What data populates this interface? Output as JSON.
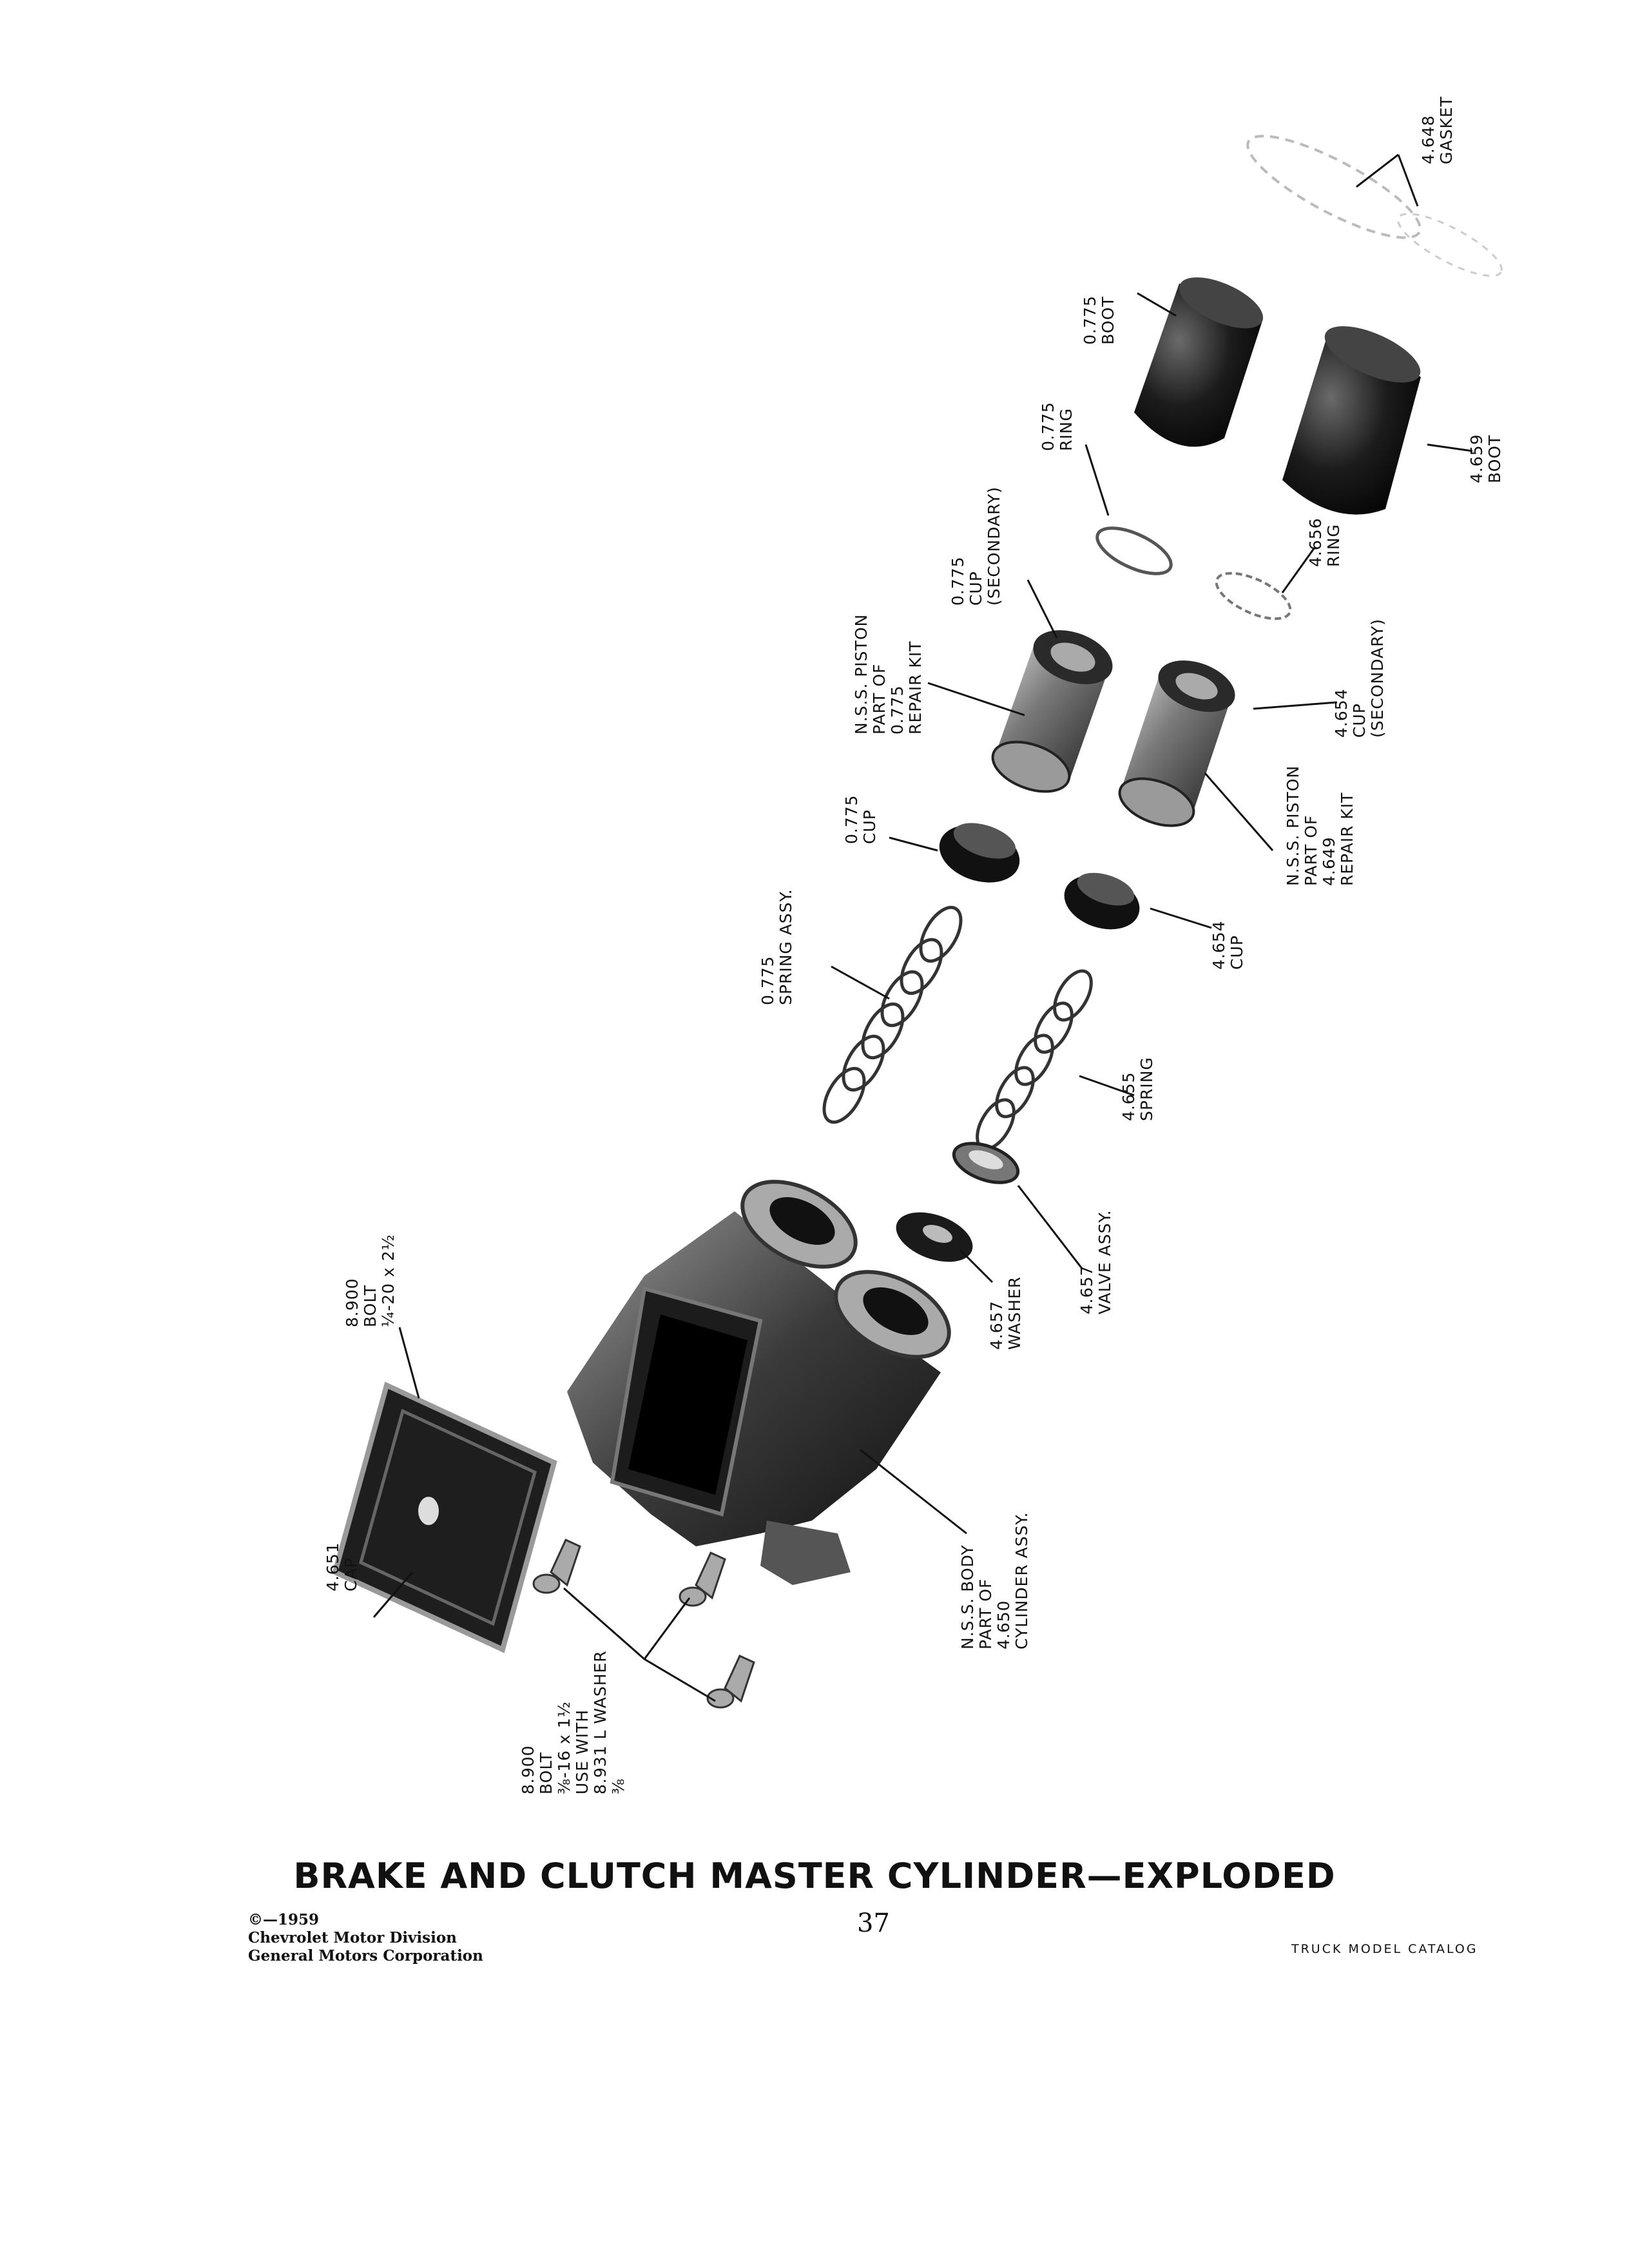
{
  "title": "BRAKE AND CLUTCH MASTER CYLINDER—EXPLODED",
  "page_number": "37",
  "footer": {
    "copyright_lines": [
      "©—1959",
      "Chevrolet Motor Division",
      "General Motors Corporation"
    ],
    "catalog": "TRUCK MODEL CATALOG"
  },
  "callouts": {
    "gasket": [
      "4.648",
      "GASKET"
    ],
    "boot_775": [
      "0.775",
      "BOOT"
    ],
    "boot_659": [
      "4.659",
      "BOOT"
    ],
    "ring_775": [
      "0.775",
      "RING"
    ],
    "ring_656": [
      "4.656",
      "RING"
    ],
    "cup_sec_775": [
      "0.775",
      "CUP",
      "(SECONDARY)"
    ],
    "cup_sec_654": [
      "4.654",
      "CUP",
      "(SECONDARY)"
    ],
    "piston_775": [
      "N.S.S. PISTON",
      "PART OF",
      "0.775",
      "REPAIR KIT"
    ],
    "piston_649": [
      "N.S.S. PISTON",
      "PART OF",
      "4.649",
      "REPAIR KIT"
    ],
    "cup_775": [
      "0.775",
      "CUP"
    ],
    "cup_654": [
      "4.654",
      "CUP"
    ],
    "spring_assy": [
      "0.775",
      "SPRING ASSY."
    ],
    "spring_655": [
      "4.655",
      "SPRING"
    ],
    "valve_assy": [
      "4.657",
      "VALVE ASSY."
    ],
    "washer": [
      "4.657",
      "WASHER"
    ],
    "bolt_top": [
      "8.900",
      "BOLT",
      "¼-20 x 2½"
    ],
    "body": [
      "N.S.S. BODY",
      "PART OF",
      "4.650",
      "CYLINDER ASSY."
    ],
    "cap": [
      "4.651",
      "CAP"
    ],
    "bolt_bottom": [
      "8.900",
      "BOLT",
      "⅜-16 x 1½",
      "USE WITH",
      "8.931 L WASHER",
      "⅜"
    ]
  }
}
